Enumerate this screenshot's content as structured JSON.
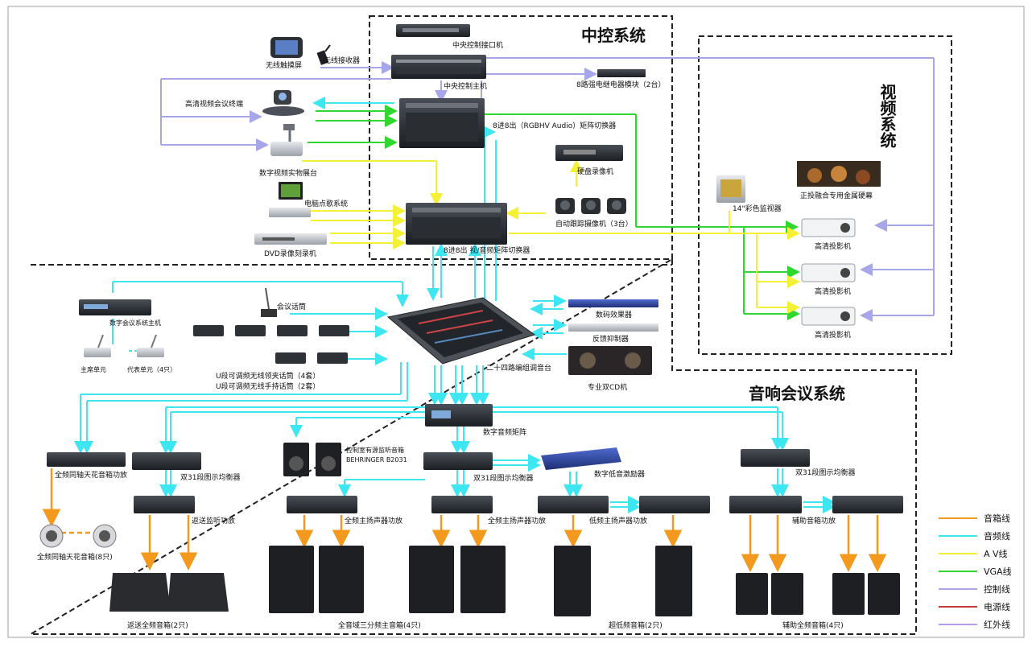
{
  "colors": {
    "speaker": "#f39a1e",
    "audio": "#3ee6f2",
    "av": "#f4f036",
    "vga": "#2fd72f",
    "control": "#a8a6ea",
    "power": "#c23a3a",
    "ir": "#b69be6"
  },
  "sections": {
    "central": "中控系统",
    "video": "视频系统",
    "audio": "音响会议系统"
  },
  "devices": {
    "central_interface": "中央控制接口机",
    "wireless_touch": "无线触摸屏",
    "wireless_receiver": "无线接收器",
    "central_host": "中央控制主机",
    "relay_module": "8路强电继电器模块（2台）",
    "hd_video_terminal": "高清视频会议终端",
    "rgbhv_matrix": "8进8出（RGBHV Audio）矩阵切换器",
    "document_camera": "数字视频实物展台",
    "dvr": "硬盘录像机",
    "pc_song": "电脑点歌系统",
    "tracking_cameras": "自动跟踪摄像机（3台）",
    "dvd_recorder": "DVD录像刻录机",
    "av_matrix": "8进8出 视/音频矩阵切换器",
    "monitor_14": "14\"彩色监视器",
    "screen": "正投融合专用金属硬幕",
    "projector_1": "高清投影机",
    "projector_2": "高清投影机",
    "projector_3": "高清投影机",
    "conference_host": "数字会议系统主机",
    "conference_mic": "会议话筒",
    "chairman_unit": "主席单元",
    "delegate_unit": "代表单元（4只）",
    "uhf_lapel": "U段可调频无线领夹话筒（4套）",
    "uhf_handheld": "U段可调频无线手持话筒（2套）",
    "digital_effects": "数码效果器",
    "feedback_suppressor": "反馈抑制器",
    "dual_cd": "专业双CD机",
    "mixer": "二十四路编组调音台",
    "audio_matrix": "数字音频矩阵",
    "monitor_speaker_1": "控制室有源监听音箱",
    "monitor_speaker_2": "BEHRINGER B2031",
    "ceiling_amp": "全频同轴天花音箱功放",
    "eq_1": "双31段图示均衡器",
    "eq_2": "双31段图示均衡器",
    "eq_3": "双31段图示均衡器",
    "sub_enhancer": "数字低音激励器",
    "return_amp": "返送监听功放",
    "main_amp_1": "全频主扬声器功放",
    "main_amp_2": "全频主扬声器功放",
    "low_amp": "低频主扬声器功放",
    "aux_amp": "辅助音箱功放",
    "ceiling_speakers": "全频同轴天花音箱(8只)",
    "return_speakers": "返送全频音箱(2只)",
    "main_speakers": "全音域三分频主音箱(4只)",
    "subwoofers": "超低频音箱(2只)",
    "aux_speakers": "辅助全频音箱(4只)"
  },
  "legend": [
    {
      "label": "音箱线",
      "color": "#f39a1e"
    },
    {
      "label": "音频线",
      "color": "#3ee6f2"
    },
    {
      "label": "A V线",
      "color": "#f4f036"
    },
    {
      "label": "VGA线",
      "color": "#2fd72f"
    },
    {
      "label": "控制线",
      "color": "#a8a6ea"
    },
    {
      "label": "电源线",
      "color": "#c23a3a"
    },
    {
      "label": "红外线",
      "color": "#b69be6"
    }
  ]
}
